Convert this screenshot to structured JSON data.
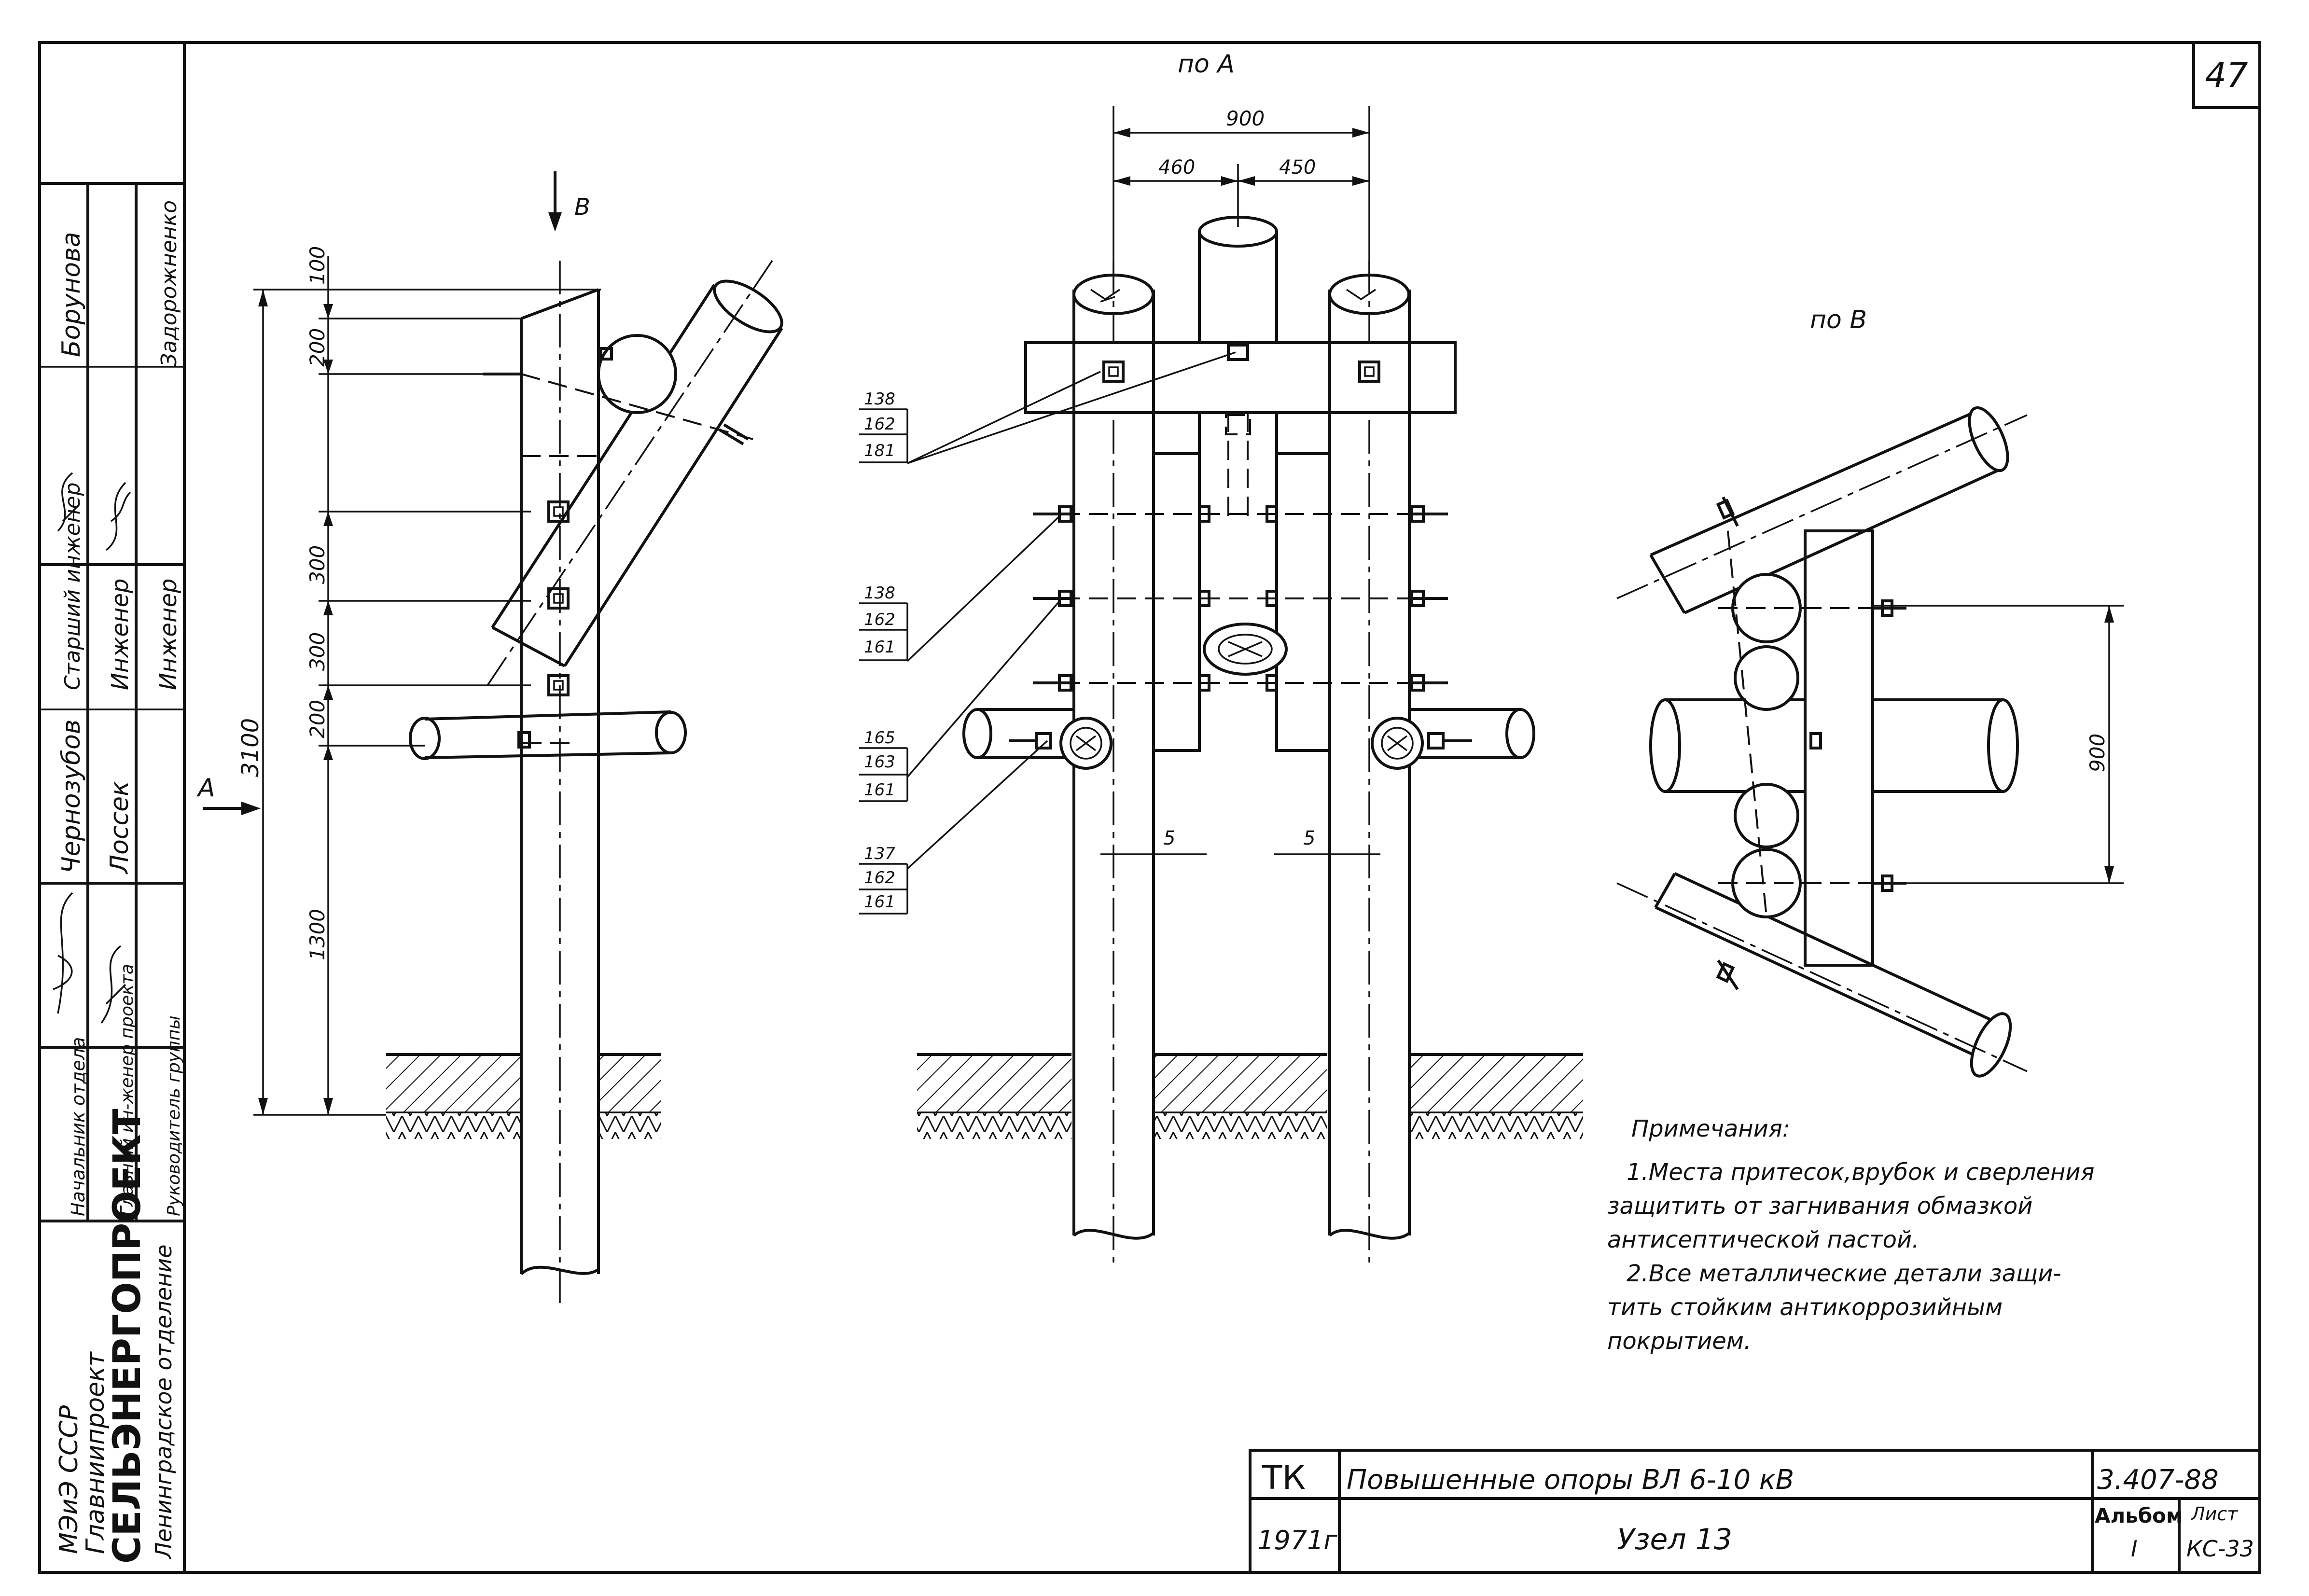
{
  "page_number": "47",
  "views": {
    "side_label": "В",
    "front_title": "по А",
    "top_title": "по В",
    "arrow_a": "А"
  },
  "dimensions": {
    "side": {
      "total": "3100",
      "d100": "100",
      "d200a": "200",
      "d300a": "300",
      "d300b": "300",
      "d200b": "200",
      "d1300": "1300"
    },
    "front": {
      "d900": "900",
      "d460": "460",
      "d450": "450",
      "gap_left": "5",
      "gap_right": "5"
    },
    "top": {
      "d900": "900"
    }
  },
  "callouts": [
    [
      "138",
      "162",
      "181"
    ],
    [
      "138",
      "162",
      "161"
    ],
    [
      "165",
      "163",
      "161"
    ],
    [
      "137",
      "162",
      "161"
    ]
  ],
  "notes": {
    "heading": "Примечания:",
    "lines": [
      "1.Места притесок,врубок и сверления",
      "защитить от загнивания обмазкой",
      "антисептической пастой.",
      "2.Все металлические детали защи-",
      "тить стойким антикоррозийным",
      "покрытием."
    ]
  },
  "title_block": {
    "code": "ТК",
    "year": "1971г",
    "title": "Повышенные опоры ВЛ 6-10 кВ",
    "subtitle": "Узел 13",
    "doc_number": "3.407-88",
    "album_label": "Альбом",
    "album_value": "I",
    "sheet_label": "Лист",
    "sheet_value": "КС-33"
  },
  "side_stamp": {
    "org1": "МЭиЭ СССР",
    "org2": "Главниипроект",
    "org3": "СЕЛЬЭНЕРГОПРОЕКТ",
    "org4": "Ленинградское отделение",
    "roles": [
      "Начальник отдела",
      "Главный ин-женер проекта",
      "Руководитель группы"
    ],
    "names_row1": [
      "Чернозубов",
      "Старший инженер",
      "Борунова"
    ],
    "names_row2": [
      "Лоссек",
      "Инженер",
      "Задорожненко"
    ],
    "engineer": "Инженер"
  }
}
